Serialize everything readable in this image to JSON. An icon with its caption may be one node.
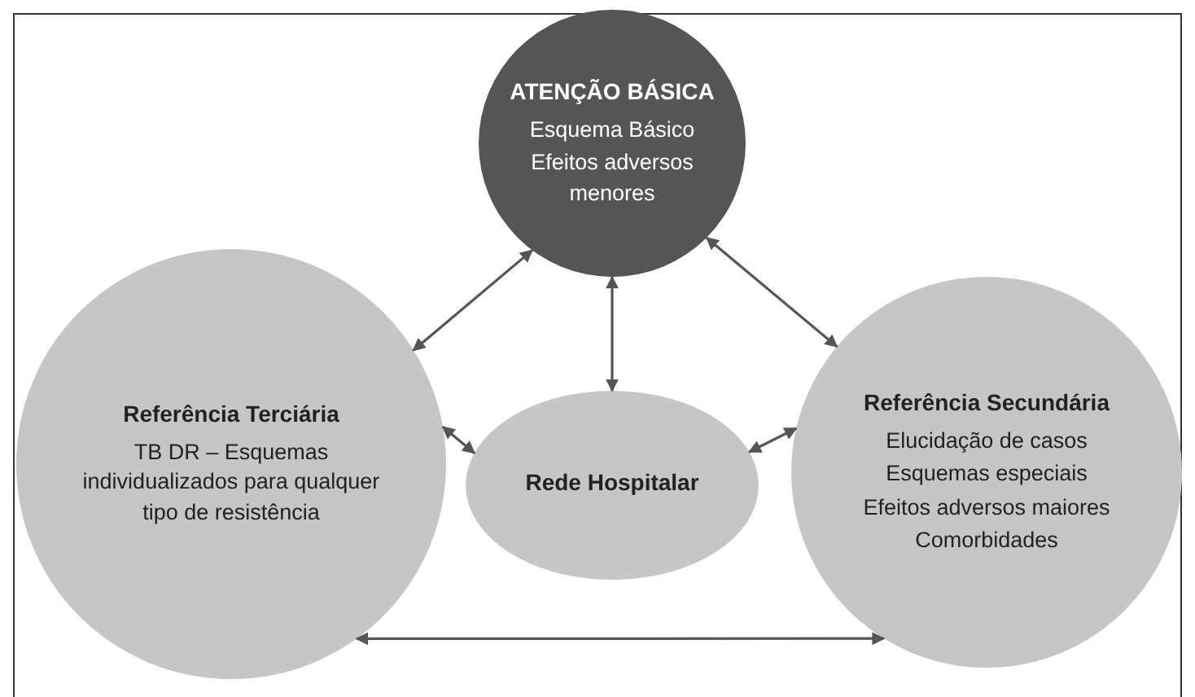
{
  "diagram": {
    "nodes": [
      {
        "text": [
          "ATENÇÃO BÁSICA",
          "Esquema Básico",
          "Efeitos adversos menores"
        ]
      },
      {
        "text": [
          "Referência Terciária",
          "TB DR – Esquemas individualizados para qualquer tipo de resistência"
        ]
      },
      {
        "text": [
          "Rede Hospitalar"
        ]
      },
      {
        "text": [
          "Referência Secundária",
          "Elucidação de casos",
          "Esquemas especiais",
          "Efeitos adversos maiores",
          "Comorbidades"
        ]
      }
    ],
    "edges": [
      {
        "from": 0,
        "to": 1,
        "arrow": "both"
      },
      {
        "from": 0,
        "to": 3,
        "arrow": "both"
      },
      {
        "from": 0,
        "to": 2,
        "arrow": "both"
      },
      {
        "from": 1,
        "to": 2,
        "arrow": "both"
      },
      {
        "from": 2,
        "to": 3,
        "arrow": "both"
      },
      {
        "from": 1,
        "to": 3,
        "arrow": "both"
      }
    ]
  }
}
